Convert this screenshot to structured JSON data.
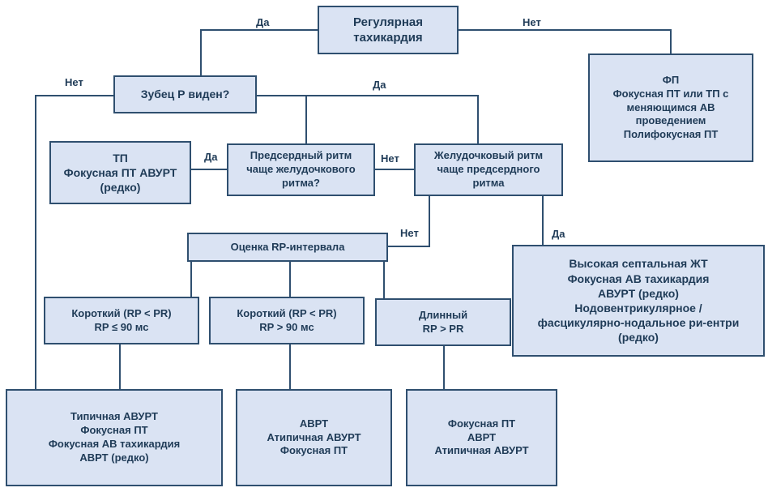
{
  "nodes": {
    "regular_tachy": [
      "Регулярная",
      "тахикардия"
    ],
    "p_wave": [
      "Зубец Р виден?"
    ],
    "af": [
      "ФП",
      "Фокусная ПТ или ТП с",
      "меняющимся АВ",
      "проведением",
      "Полифокусная ПТ"
    ],
    "tp": [
      "ТП",
      "Фокусная ПТ АВУРТ",
      "(редко)"
    ],
    "atrial_faster": [
      "Предсердный ритм",
      "чаще желудочкового",
      "ритма?"
    ],
    "ventricular_faster": [
      "Желудочковый ритм",
      "чаще предсердного",
      "ритма"
    ],
    "rp_eval": [
      "Оценка RP-интервала"
    ],
    "high_septal": [
      "Высокая септальная ЖТ",
      "Фокусная АВ тахикардия",
      "АВУРТ (редко)",
      "Нодовентрикулярное /",
      "фасцикулярно-нодальное ри-ентри",
      "(редко)"
    ],
    "short1": [
      "Короткий (RP < PR)",
      "RP ≤ 90 мс"
    ],
    "short2": [
      "Короткий (RP < PR)",
      "RP > 90 мс"
    ],
    "long": [
      "Длинный",
      "RP > PR"
    ],
    "out1": [
      "Типичная АВУРТ",
      "Фокусная ПТ",
      "Фокусная АВ тахикардия",
      "АВРТ (редко)"
    ],
    "out2": [
      "АВРТ",
      "Атипичная АВУРТ",
      "Фокусная ПТ"
    ],
    "out3": [
      "Фокусная ПТ",
      "АВРТ",
      "Атипичная АВУРТ"
    ]
  },
  "edge_labels": {
    "yes_regular": "Да",
    "no_regular": "Нет",
    "no_pwave": "Нет",
    "yes_pwave": "Да",
    "yes_atrial": "Да",
    "no_atrial": "Нет",
    "no_ventricular": "Нет",
    "yes_ventricular": "Да"
  },
  "colors": {
    "box_fill": "#dae3f3",
    "box_border": "#2f4f6f",
    "text": "#1f3b57"
  }
}
